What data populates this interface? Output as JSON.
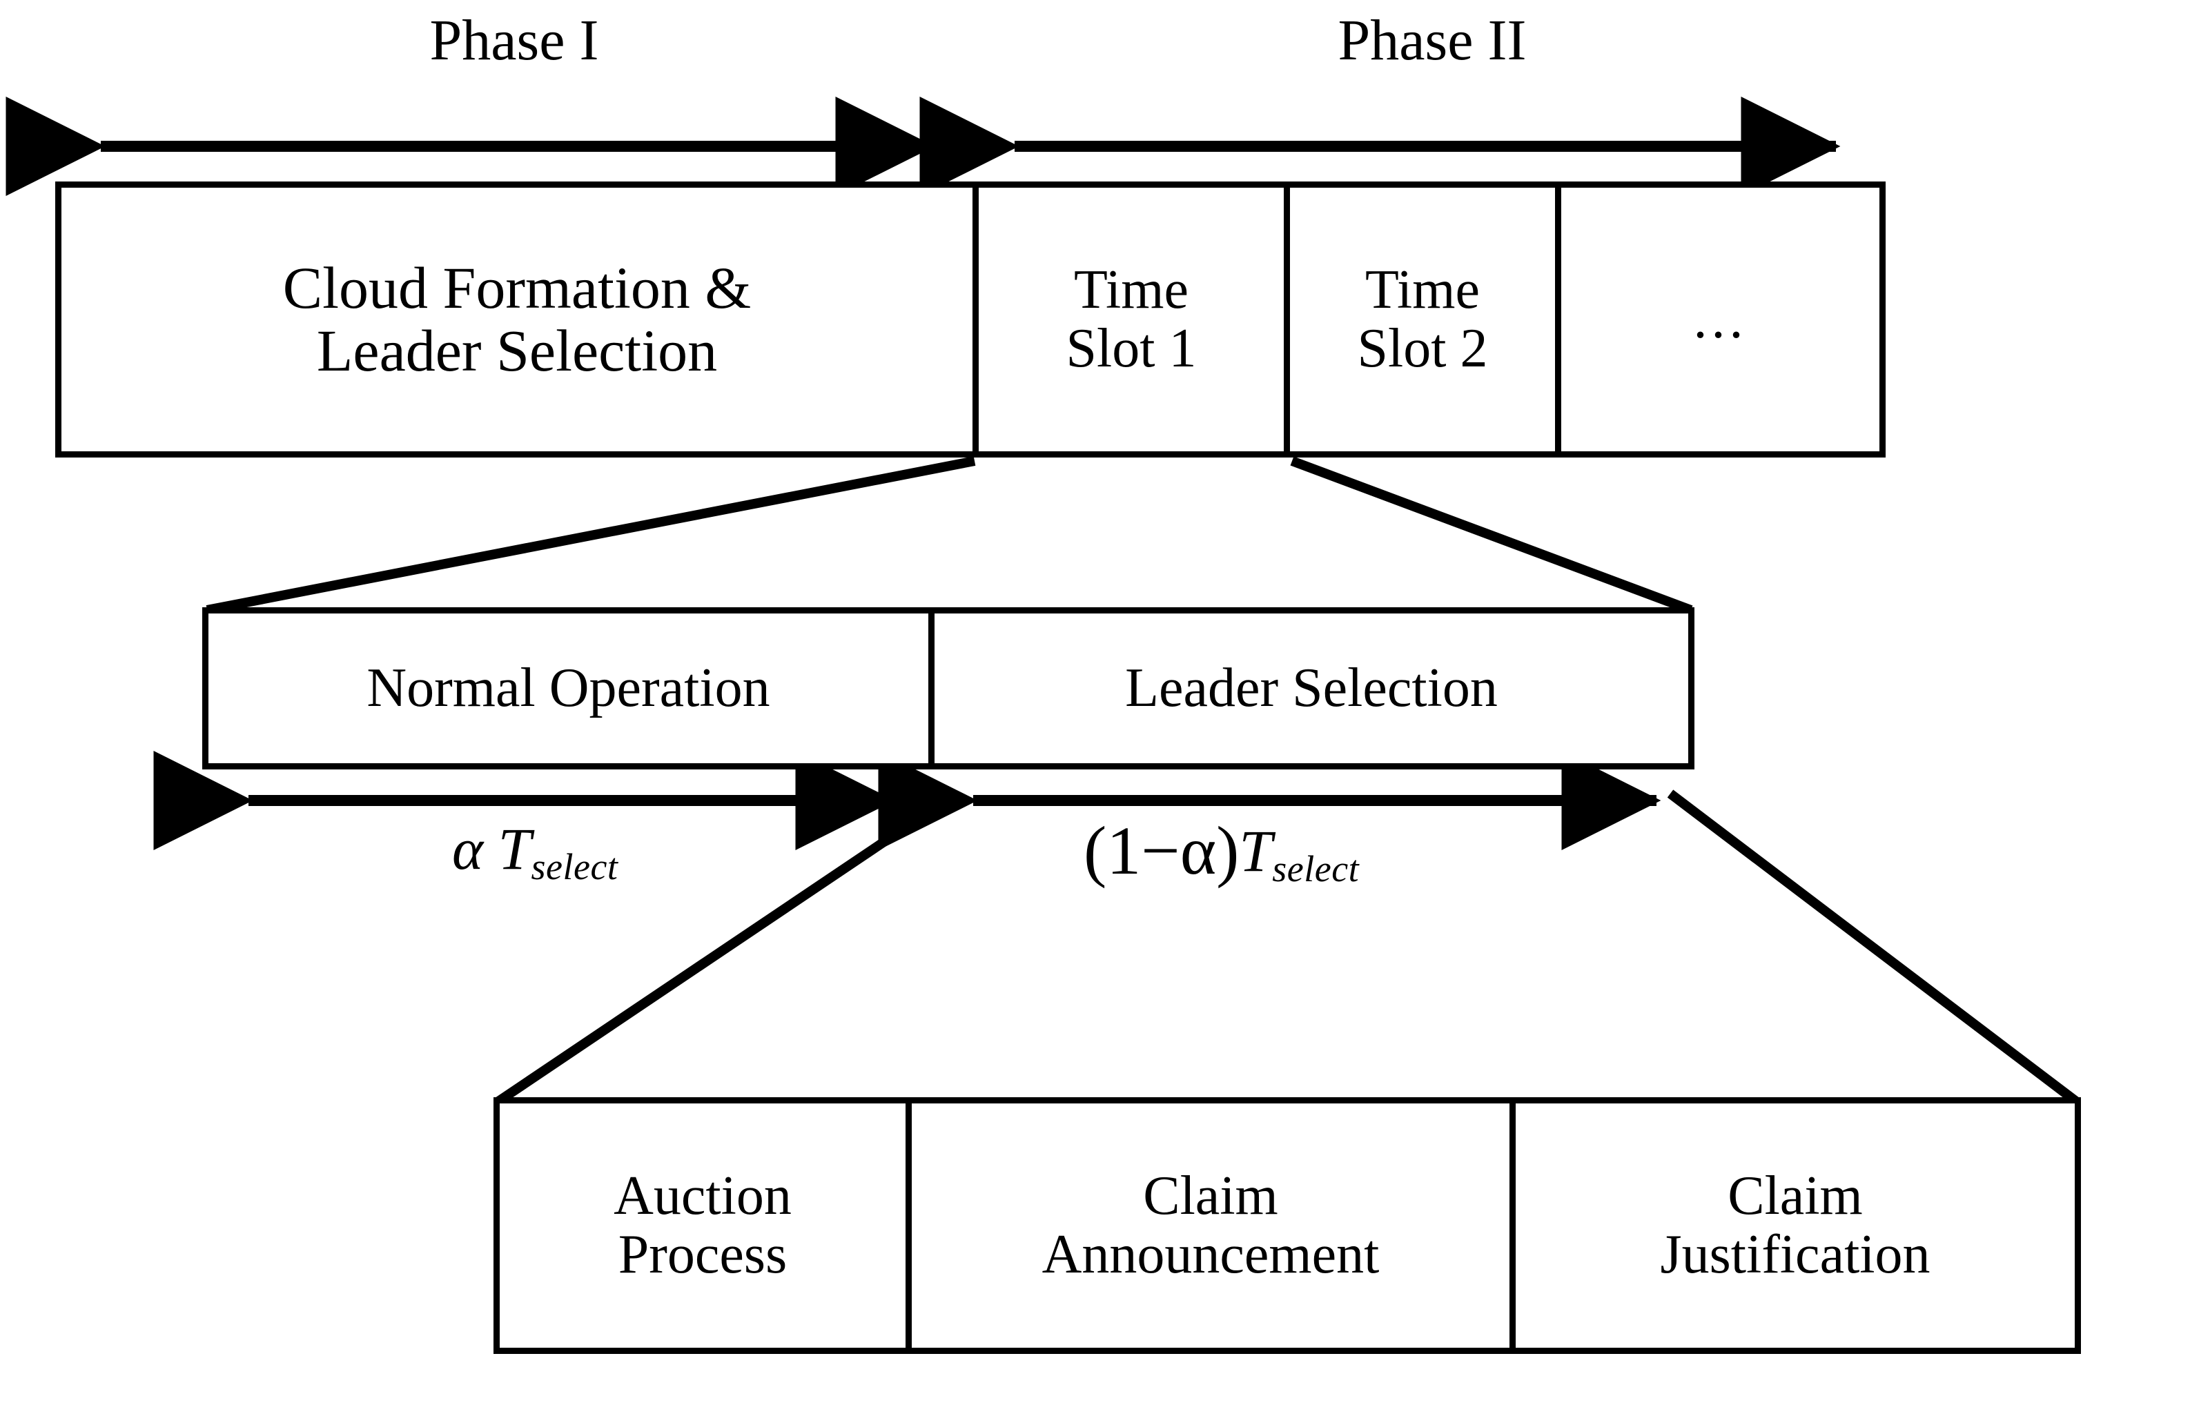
{
  "diagram": {
    "title": "Two-phase cloud formation and leader selection timeline",
    "stroke_color": "#000000",
    "background_color": "#ffffff"
  },
  "phases": [
    {
      "label": "Phase I"
    },
    {
      "label": "Phase II"
    }
  ],
  "timeline_row": {
    "cells": [
      {
        "id": "cloud-formation",
        "lines": [
          "Cloud Formation &",
          "Leader Selection"
        ]
      },
      {
        "id": "time-slot-1",
        "lines": [
          "Time",
          "Slot 1"
        ]
      },
      {
        "id": "time-slot-2",
        "lines": [
          "Time",
          "Slot 2"
        ]
      },
      {
        "id": "ellipsis",
        "lines": [
          "..."
        ]
      }
    ]
  },
  "slot_row": {
    "cells": [
      {
        "id": "normal-operation",
        "lines": [
          "Normal Operation"
        ]
      },
      {
        "id": "leader-selection",
        "lines": [
          "Leader Selection"
        ]
      }
    ]
  },
  "slot_durations": [
    {
      "id": "alpha-t-select",
      "text": "α T select",
      "coefficient": "α",
      "symbol": "T",
      "subscript": "select"
    },
    {
      "id": "one-minus-alpha-t-select",
      "text": "(1−α) T select",
      "coefficient": "(1−α)",
      "symbol": "T",
      "subscript": "select"
    }
  ],
  "leader_selection_row": {
    "cells": [
      {
        "id": "auction-process",
        "lines": [
          "Auction",
          "Process"
        ]
      },
      {
        "id": "claim-announcement",
        "lines": [
          "Claim",
          "Announcement"
        ]
      },
      {
        "id": "claim-justification",
        "lines": [
          "Claim",
          "Justification"
        ]
      }
    ]
  }
}
